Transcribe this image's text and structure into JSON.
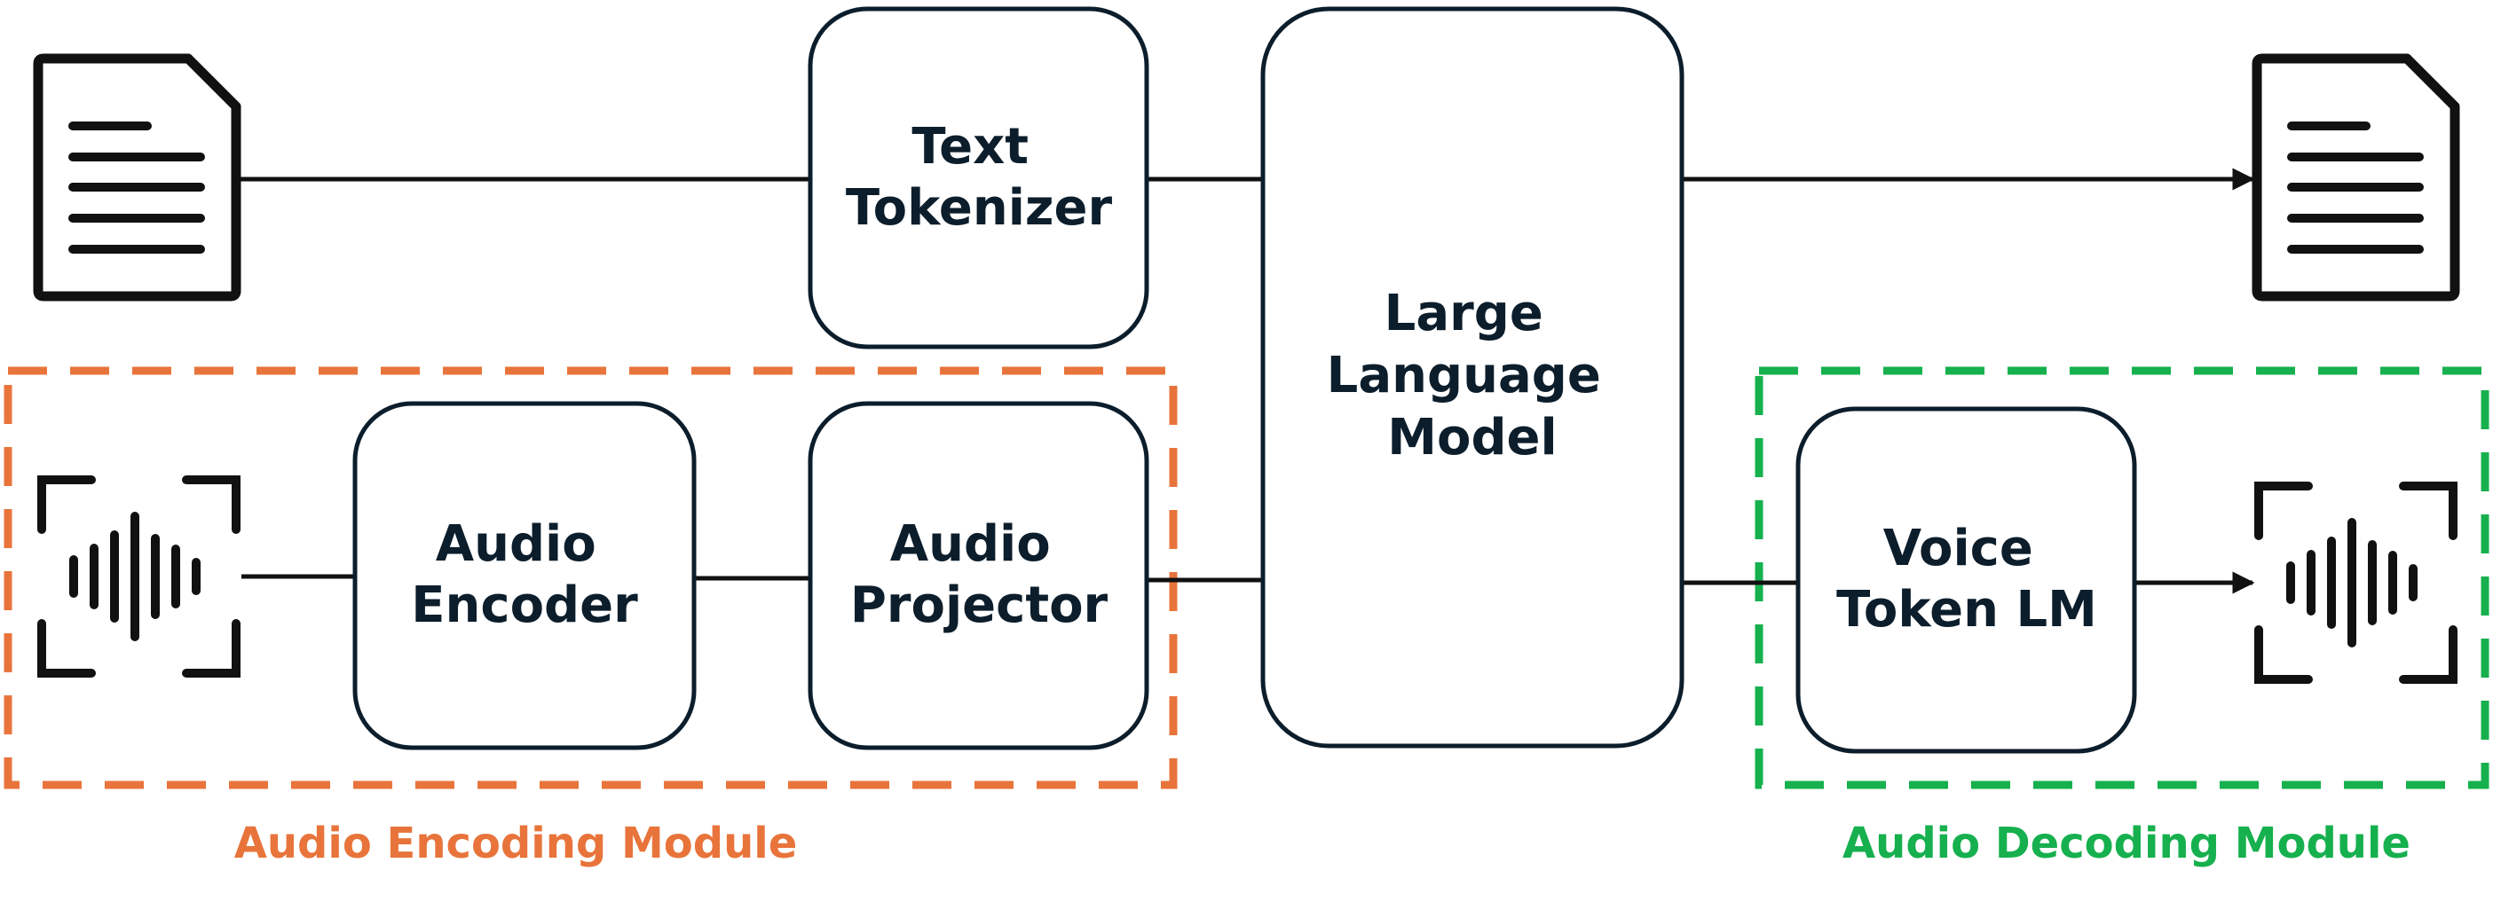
{
  "nodes": {
    "text_tokenizer": [
      "Text",
      "Tokenizer"
    ],
    "audio_encoder": [
      "Audio",
      "Encoder"
    ],
    "audio_projector": [
      "Audio",
      "Projector"
    ],
    "large_language_model": [
      "Large",
      "Language",
      "Model"
    ],
    "voice_token_lm": [
      "Voice",
      "Token LM"
    ]
  },
  "modules": {
    "encoding": {
      "label": "Audio Encoding Module",
      "color": "#e8743b"
    },
    "decoding": {
      "label": "Audio Decoding Module",
      "color": "#16b04e"
    }
  },
  "icons": {
    "input_document": "document-icon",
    "output_document": "document-icon",
    "input_audio": "audio-waveform-icon",
    "output_audio": "audio-waveform-icon"
  },
  "colors": {
    "stroke": "#0c1d2b",
    "icon": "#111111"
  }
}
